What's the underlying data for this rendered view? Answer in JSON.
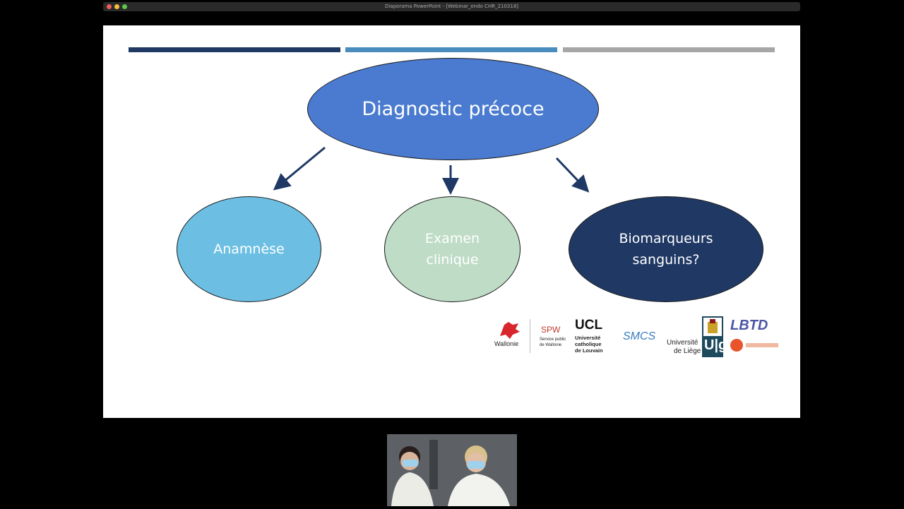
{
  "window": {
    "title": "Diaporama PowerPoint - [Webinar_endo CHR_210318]"
  },
  "slide": {
    "main_node": "Diagnostic précoce",
    "nodes": [
      {
        "lines": [
          "Anamnèse"
        ]
      },
      {
        "lines": [
          "Examen",
          "clinique"
        ]
      },
      {
        "lines": [
          "Biomarqueurs",
          "sanguins?"
        ]
      }
    ],
    "logos": {
      "wallonie": "Wallonie",
      "spw": "SPW",
      "spw_sub1": "Service public",
      "spw_sub2": "de Wallonie",
      "ucl": "UCL",
      "ucl_sub1": "Université",
      "ucl_sub2": "catholique",
      "ucl_sub3": "de Louvain",
      "smcs": "SMCS",
      "uliege1": "Université",
      "uliege2": "de Liège",
      "ulg": "U|g",
      "lbtd": "LBTD"
    }
  },
  "colors": {
    "bar_dark": "#1f3864",
    "bar_mid": "#4a8cbd",
    "bar_grey": "#a6a6a6",
    "main_node": "#4a7bd0",
    "anamnese": "#6cbfe3",
    "examen": "#bfdcc6",
    "biomarqueurs": "#1f3864"
  }
}
